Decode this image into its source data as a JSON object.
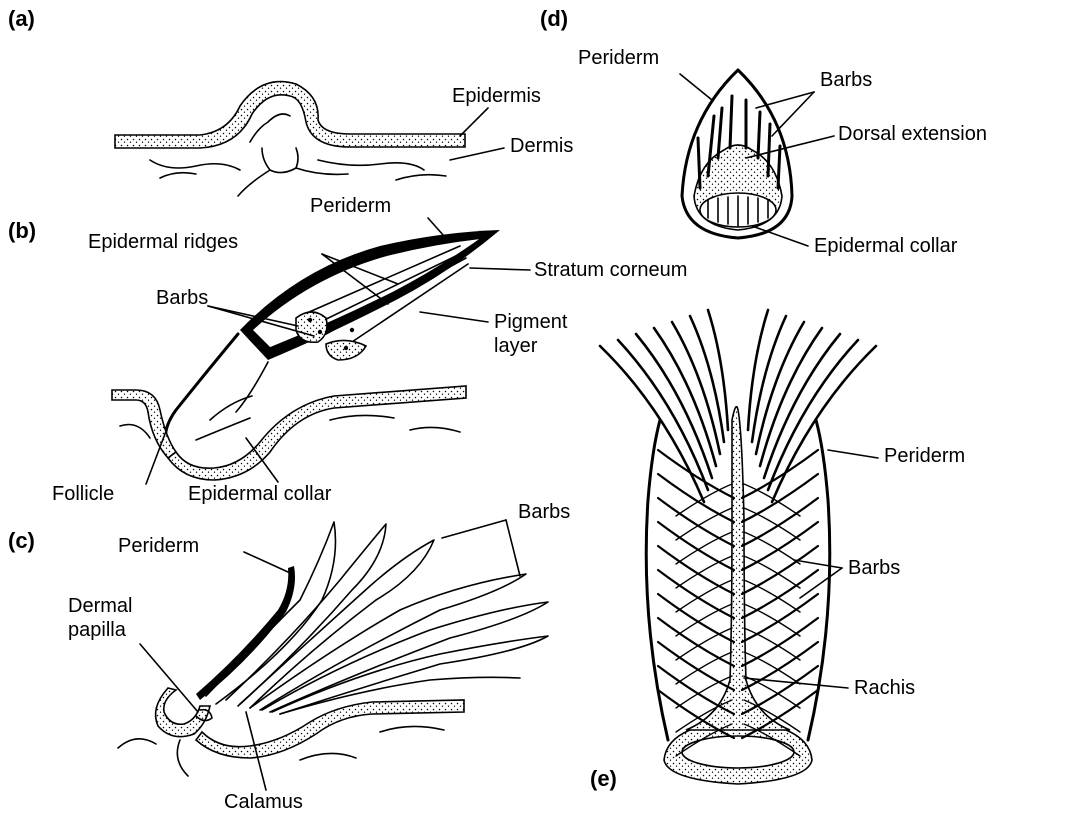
{
  "panels": {
    "a": {
      "panel_label": "(a)",
      "labels": {
        "epidermis": "Epidermis",
        "dermis": "Dermis"
      }
    },
    "b": {
      "panel_label": "(b)",
      "labels": {
        "periderm": "Periderm",
        "epidermal_ridges": "Epidermal ridges",
        "stratum_corneum": "Stratum corneum",
        "barbs": "Barbs",
        "pigment_line1": "Pigment",
        "pigment_line2": "layer",
        "follicle": "Follicle",
        "epidermal_collar": "Epidermal collar"
      }
    },
    "c": {
      "panel_label": "(c)",
      "labels": {
        "periderm": "Periderm",
        "barbs": "Barbs",
        "dermal_line1": "Dermal",
        "dermal_line2": "papilla",
        "calamus": "Calamus"
      }
    },
    "d": {
      "panel_label": "(d)",
      "labels": {
        "periderm": "Periderm",
        "barbs": "Barbs",
        "dorsal_extension": "Dorsal extension",
        "epidermal_collar": "Epidermal collar"
      }
    },
    "e": {
      "panel_label": "(e)",
      "labels": {
        "periderm": "Periderm",
        "barbs": "Barbs",
        "rachis": "Rachis"
      }
    }
  }
}
